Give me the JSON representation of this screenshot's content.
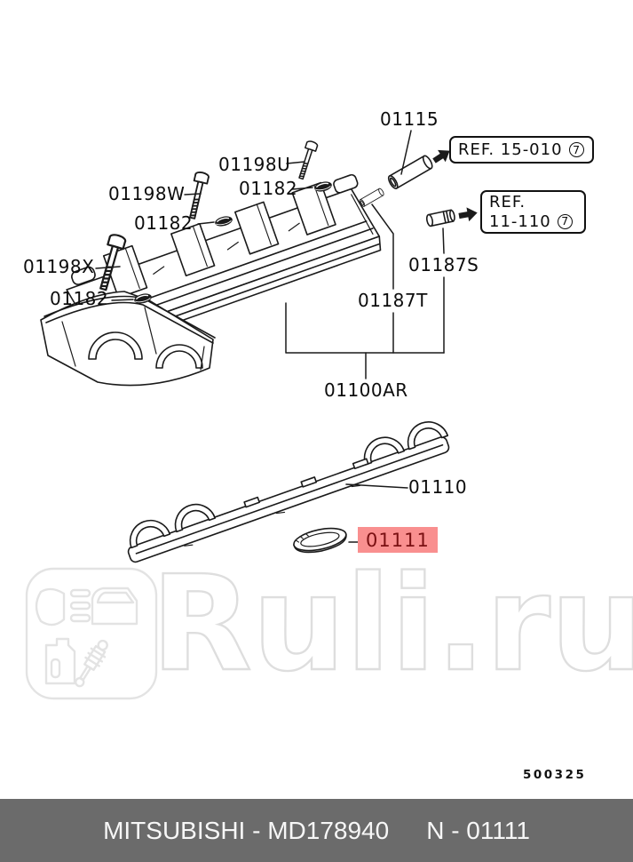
{
  "watermark": {
    "text": "Ruli.ru"
  },
  "diagram": {
    "sheet_number": "500325",
    "highlight_color": "#f98f8f",
    "highlight_text_color": "#7a1012",
    "labels": {
      "tube": "01115",
      "bolt_u": "01198U",
      "bolt_w": "01198W",
      "bolt_x": "01198X",
      "seal": "01182",
      "plug": "01187S",
      "pin": "01187T",
      "cover": "01100AR",
      "gasket": "01110",
      "grommet": "01111"
    },
    "ref_boxes": [
      {
        "text": "REF. 15-010",
        "circled": "7"
      },
      {
        "line1": "REF.",
        "line2": "11-110",
        "circled": "7"
      }
    ]
  },
  "footer": {
    "brand_part": "MITSUBISHI - MD178940",
    "number": "N - 01111",
    "bar_color": "#6b6b6b"
  }
}
